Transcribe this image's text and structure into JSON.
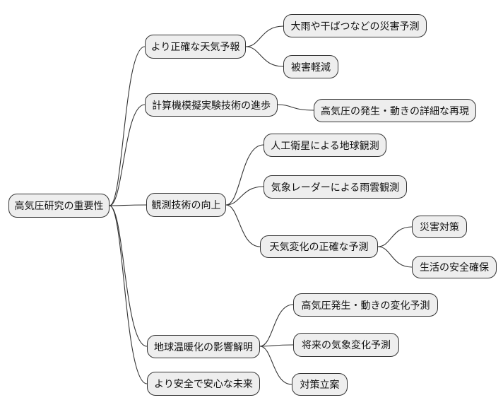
{
  "diagram_type": "mindmap",
  "colors": {
    "background": "#ffffff",
    "node_fill": "#eeeeee",
    "node_border": "#333333",
    "link_stroke": "#333333",
    "text": "#111111"
  },
  "mindmap": {
    "root": {
      "label": "高気圧研究の重要性",
      "children": [
        {
          "label": "より正確な天気予報",
          "children": [
            {
              "label": "大雨や干ばつなどの災害予測"
            },
            {
              "label": "被害軽減"
            }
          ]
        },
        {
          "label": "計算機模擬実験技術の進歩",
          "children": [
            {
              "label": "高気圧の発生・動きの詳細な再現"
            }
          ]
        },
        {
          "label": "観測技術の向上",
          "children": [
            {
              "label": "人工衛星による地球観測"
            },
            {
              "label": "気象レーダーによる雨雲観測"
            },
            {
              "label": "天気変化の正確な予測",
              "children": [
                {
                  "label": "災害対策"
                },
                {
                  "label": "生活の安全確保"
                }
              ]
            }
          ]
        },
        {
          "label": "地球温暖化の影響解明",
          "children": [
            {
              "label": "高気圧発生・動きの変化予測"
            },
            {
              "label": "将来の気象変化予測"
            },
            {
              "label": "対策立案"
            }
          ]
        },
        {
          "label": "より安全で安心な未来"
        }
      ]
    }
  }
}
